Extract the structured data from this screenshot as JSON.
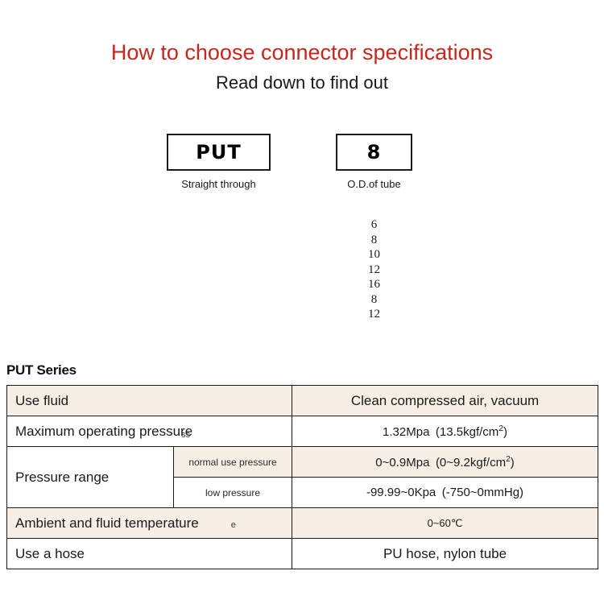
{
  "header": {
    "title": "How to choose connector specifications",
    "subtitle": "Read down to find out",
    "title_color": "#c5271d"
  },
  "selector": {
    "boxes": [
      {
        "code": "PUT",
        "caption": "Straight through"
      },
      {
        "code": "8",
        "caption": "O.D.of tube"
      }
    ],
    "od_options": [
      "6",
      "8",
      "10",
      "12",
      "16",
      "8",
      "12"
    ]
  },
  "spec": {
    "heading": "PUT Series",
    "tint_color": "#f7efe6",
    "rows": [
      {
        "label": "Use fluid",
        "sub_label": "",
        "value": "Clean compressed air, vacuum",
        "tinted": true
      },
      {
        "label": "Maximum operating pressure",
        "artifact": "ss",
        "sub_label": "",
        "value_main": "1.32Mpa",
        "value_paren": "(13.5kgf/cm",
        "value_sup": "2",
        "value_tail": ")",
        "tinted": false
      },
      {
        "label": "Pressure range",
        "sub_label": "normal use pressure",
        "value_main": "0~0.9Mpa",
        "value_paren": "(0~9.2kgf/cm",
        "value_sup": "2",
        "value_tail": ")",
        "tinted": true
      },
      {
        "sub_label": "low pressure",
        "value": "-99.99~0Kpa (-750~0mmHg)",
        "tinted": false
      },
      {
        "label": "Ambient and fluid temperature",
        "artifact": "e",
        "sub_label": "",
        "value": "0~60℃",
        "tinted": true
      },
      {
        "label": "Use a hose",
        "sub_label": "",
        "value": "PU hose, nylon tube",
        "tinted": false
      }
    ]
  }
}
